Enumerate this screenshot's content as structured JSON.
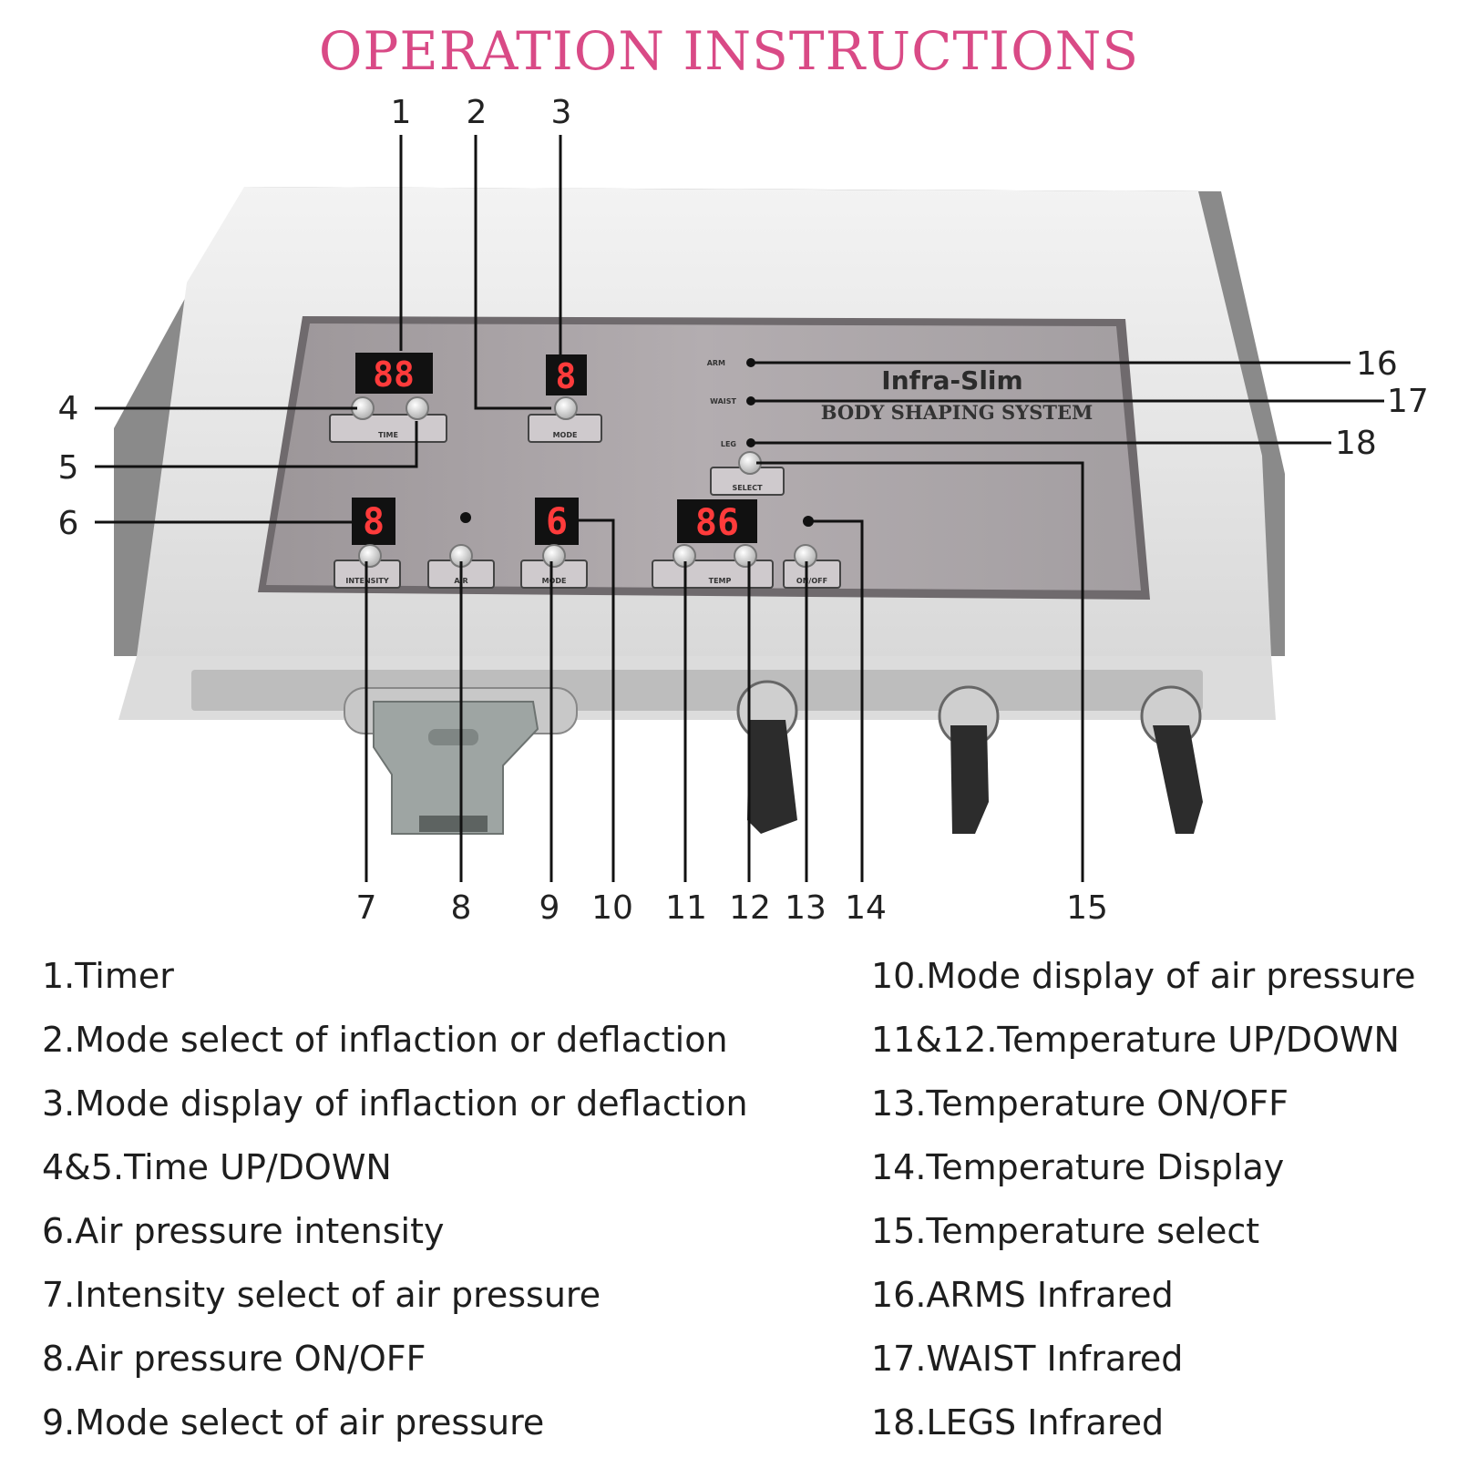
{
  "title": "OPERATION INSTRUCTIONS",
  "device": {
    "brand": "Infra-Slim",
    "subtitle": "BODY SHAPING SYSTEM",
    "timer_display": "88",
    "mode_display": "8",
    "pressure_display": "8",
    "air_mode_display": "6",
    "temp_display": "86",
    "button_labels": {
      "time": "TIME",
      "mode": "MODE",
      "temp": "TEMP",
      "intensity": "INTENSITY",
      "air": "AIR",
      "mode2": "MODE",
      "temp_on": "ON/OFF",
      "select": "SELECT"
    },
    "indicator_labels": [
      "ARM",
      "WAIST",
      "LEG"
    ]
  },
  "callouts": [
    "1",
    "2",
    "3",
    "4",
    "5",
    "6",
    "7",
    "8",
    "9",
    "10",
    "11",
    "12",
    "13",
    "14",
    "15",
    "16",
    "17",
    "18"
  ],
  "legend_left": [
    "1.Timer",
    "2.Mode select of inflaction or deflaction",
    "3.Mode display of inflaction or deflaction",
    "4&5.Time UP/DOWN",
    "6.Air pressure intensity",
    "7.Intensity select of air pressure",
    "8.Air pressure ON/OFF",
    "9.Mode select of air pressure"
  ],
  "legend_right": [
    "10.Mode display of air pressure",
    "11&12.Temperature UP/DOWN",
    "13.Temperature ON/OFF",
    "14.Temperature Display",
    "15.Temperature select",
    "16.ARMS Infrared",
    "17.WAIST Infrared",
    "18.LEGS Infrared"
  ],
  "colors": {
    "title": "#d94a86",
    "panel": "#a9a3a6",
    "body": "#e6e6e6",
    "led": "#ff3b3b"
  }
}
